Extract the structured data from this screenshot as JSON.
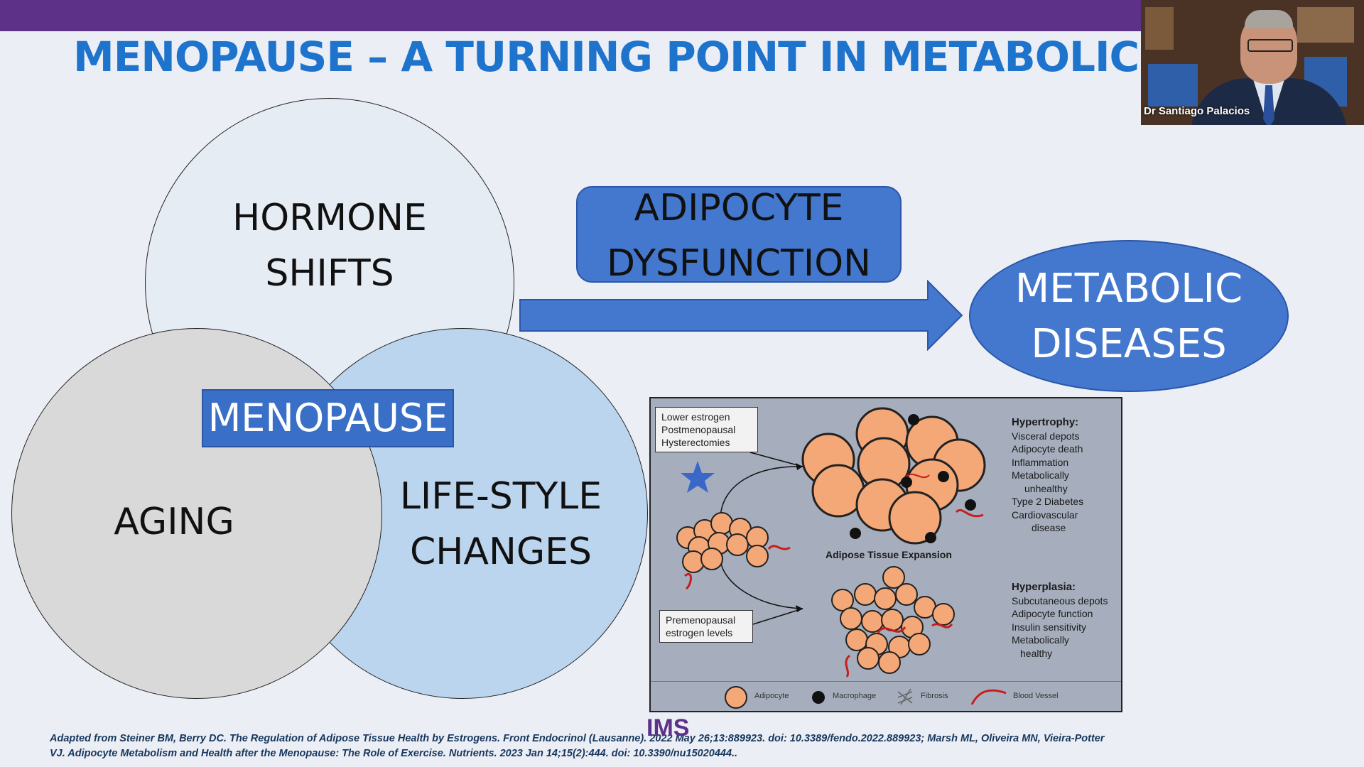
{
  "slide": {
    "title": "MENOPAUSE – A TURNING POINT IN METABOLIC H",
    "venn": {
      "hormone_line1": "HORMONE",
      "hormone_line2": "SHIFTS",
      "aging": "AGING",
      "lifestyle_line1": "LIFE-STYLE",
      "lifestyle_line2": "CHANGES",
      "center": "MENOPAUSE"
    },
    "adipocyte_line1": "ADIPOCYTE",
    "adipocyte_line2": "DYSFUNCTION",
    "metabolic_line1": "METABOLIC",
    "metabolic_line2": "DISEASES",
    "figure": {
      "top_box": [
        "Lower estrogen",
        "Postmenopausal",
        "Hysterectomies"
      ],
      "bottom_box": [
        "Premenopausal",
        "estrogen levels"
      ],
      "caption": "Adipose Tissue Expansion",
      "hypertrophy_title": "Hypertrophy:",
      "hypertrophy_items": [
        "Visceral depots",
        "Adipocyte death",
        "Inflammation",
        "Metabolically",
        "unhealthy",
        "Type 2 Diabetes",
        "Cardiovascular",
        "disease"
      ],
      "hyperplasia_title": "Hyperplasia:",
      "hyperplasia_items": [
        "Subcutaneous depots",
        "Adipocyte function",
        "Insulin sensitivity",
        "Metabolically",
        "healthy"
      ],
      "legend": [
        "Adipocyte",
        "Macrophage",
        "Fibrosis",
        "Blood Vessel"
      ]
    },
    "citation_line1": "Adapted from Steiner BM, Berry DC. The Regulation of Adipose Tissue Health by Estrogens. Front Endocrinol (Lausanne). 2022 May 26;13:889923. doi: 10.3389/fendo.2022.889923; Marsh ML, Oliveira MN, Vieira-Potter",
    "citation_line2": "VJ. Adipocyte Metabolism and Health after the Menopause: The Role of Exercise. Nutrients. 2023 Jan 14;15(2):444. doi: 10.3390/nu15020444..",
    "logo": "IMS"
  },
  "video": {
    "speaker_name": "Dr Santiago Palacios"
  },
  "colors": {
    "top_bar": "#5e3189",
    "title_blue": "#1e73cc",
    "box_blue": "#4478cf",
    "aging_gray": "#d9d9d9",
    "lifestyle_blue": "#bcd5ee",
    "hormone_light": "#e6ecf4"
  },
  "icons": [
    "star-icon",
    "arrow-right-icon",
    "adipocyte-icon",
    "macrophage-icon",
    "fibrosis-icon",
    "blood-vessel-icon"
  ]
}
